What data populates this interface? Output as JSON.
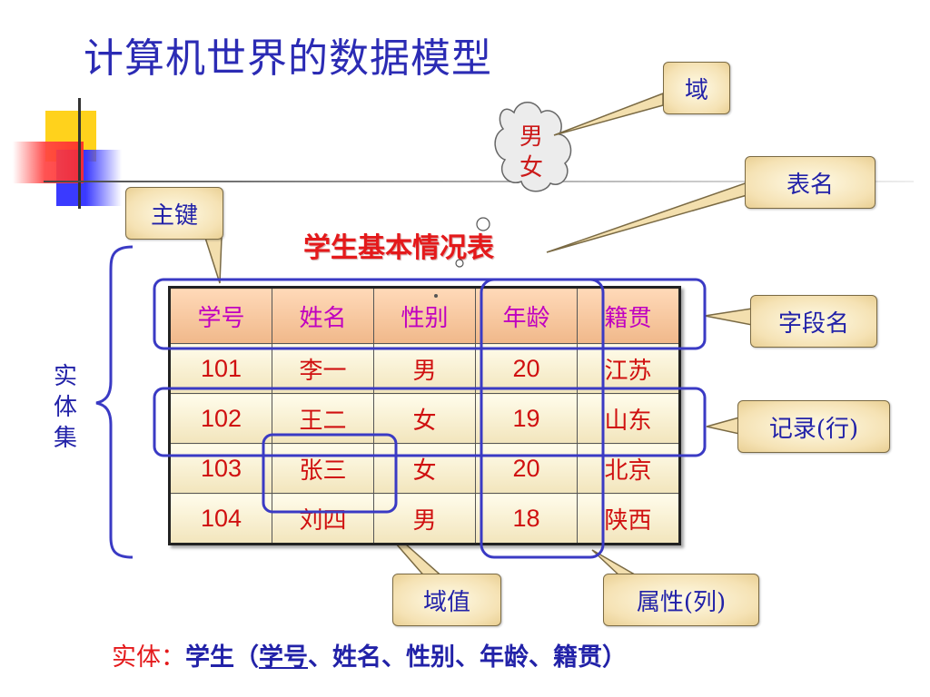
{
  "title": "计算机世界的数据模型",
  "callouts": {
    "domain": "域",
    "table_name": "表名",
    "primary_key": "主键",
    "field_name": "字段名",
    "record": "记录(行)",
    "domain_value": "域值",
    "attribute": "属性(列)"
  },
  "cloud": {
    "line1": "男",
    "line2": "女"
  },
  "table_title": "学生基本情况表",
  "entity_set": {
    "c1": "实",
    "c2": "体",
    "c3": "集"
  },
  "table": {
    "headers": [
      "学号",
      "姓名",
      "性别",
      "年龄",
      "籍贯"
    ],
    "rows": [
      [
        "101",
        "李一",
        "男",
        "20",
        "江苏"
      ],
      [
        "102",
        "王二",
        "女",
        "19",
        "山东"
      ],
      [
        "103",
        "张三",
        "女",
        "20",
        "北京"
      ],
      [
        "104",
        "刘四",
        "男",
        "18",
        "陕西"
      ]
    ]
  },
  "footer": {
    "prefix": "实体：",
    "entity": "学生（",
    "key": "学号",
    "rest": "、姓名、性别、年龄、籍贯）"
  },
  "colors": {
    "title": "#2b2bb4",
    "table_title": "#e4191b",
    "header_text": "#c000c0",
    "cell_text": "#d01010",
    "outline": "#3a3ac4"
  }
}
